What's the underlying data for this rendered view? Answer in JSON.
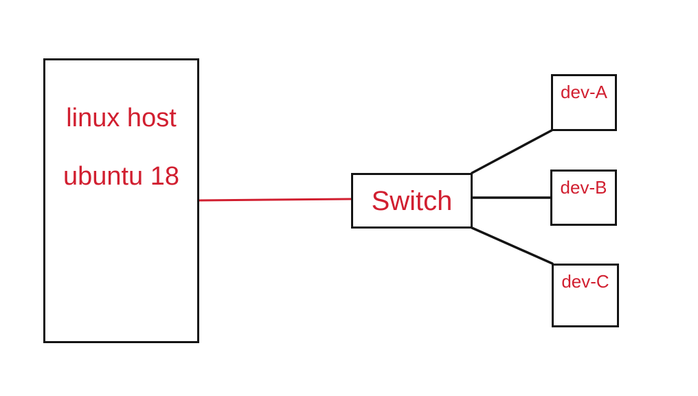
{
  "diagram": {
    "title": "network-topology-sketch",
    "nodes": {
      "host": {
        "label_line1": "linux host",
        "label_line2": "ubuntu 18"
      },
      "switch": {
        "label": "Switch"
      },
      "dev_a": {
        "label": "dev-A"
      },
      "dev_b": {
        "label": "dev-B"
      },
      "dev_c": {
        "label": "dev-C"
      }
    },
    "edges": [
      {
        "from": "host",
        "to": "switch",
        "color_name": "red"
      },
      {
        "from": "switch",
        "to": "dev_a",
        "color_name": "black"
      },
      {
        "from": "switch",
        "to": "dev_b",
        "color_name": "black"
      },
      {
        "from": "switch",
        "to": "dev_c",
        "color_name": "black"
      }
    ],
    "colors": {
      "accent_red": "#d11f30",
      "stroke_black": "#141414",
      "bg": "#ffffff"
    }
  }
}
